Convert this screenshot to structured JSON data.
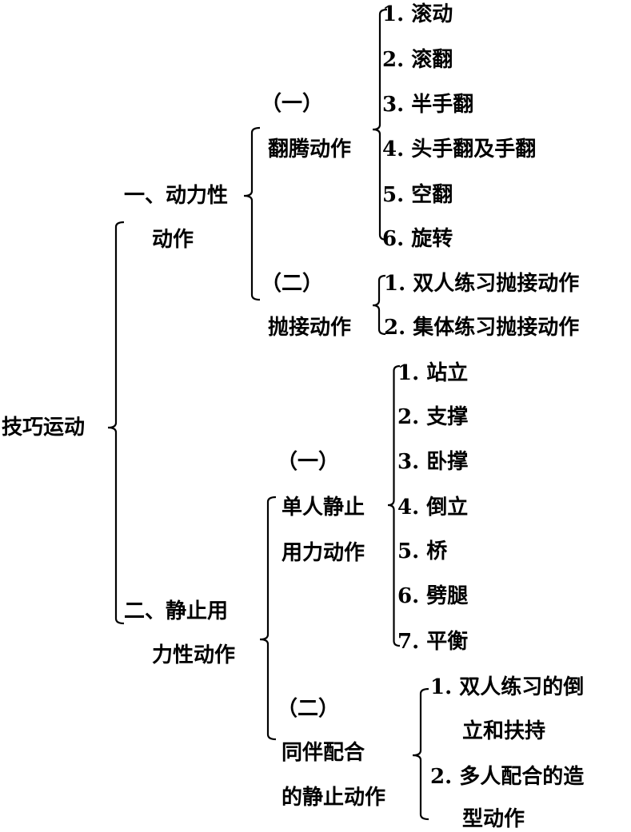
{
  "root": "技巧运动",
  "branches": [
    {
      "label_lines": [
        "一、动力性",
        "动作"
      ],
      "groups": [
        {
          "label_lines": [
            "（一）",
            "翻腾动作"
          ],
          "items": [
            "1. 滚动",
            "2. 滚翻",
            "3. 半手翻",
            "4. 头手翻及手翻",
            "5. 空翻",
            "6. 旋转"
          ]
        },
        {
          "label_lines": [
            "（二）",
            "抛接动作"
          ],
          "items": [
            "1. 双人练习抛接动作",
            "2. 集体练习抛接动作"
          ]
        }
      ]
    },
    {
      "label_lines": [
        "二、静止用",
        "力性动作"
      ],
      "groups": [
        {
          "label_lines": [
            "（一）",
            "单人静止",
            "用力动作"
          ],
          "items": [
            "1. 站立",
            "2. 支撑",
            "3. 卧撑",
            "4. 倒立",
            "5. 桥",
            "6. 劈腿",
            "7. 平衡"
          ]
        },
        {
          "label_lines": [
            "（二）",
            "同伴配合",
            "的静止动作"
          ],
          "items": [
            "1. 双人练习的倒",
            "立和扶持",
            "2. 多人配合的造",
            "型动作"
          ]
        }
      ]
    }
  ]
}
